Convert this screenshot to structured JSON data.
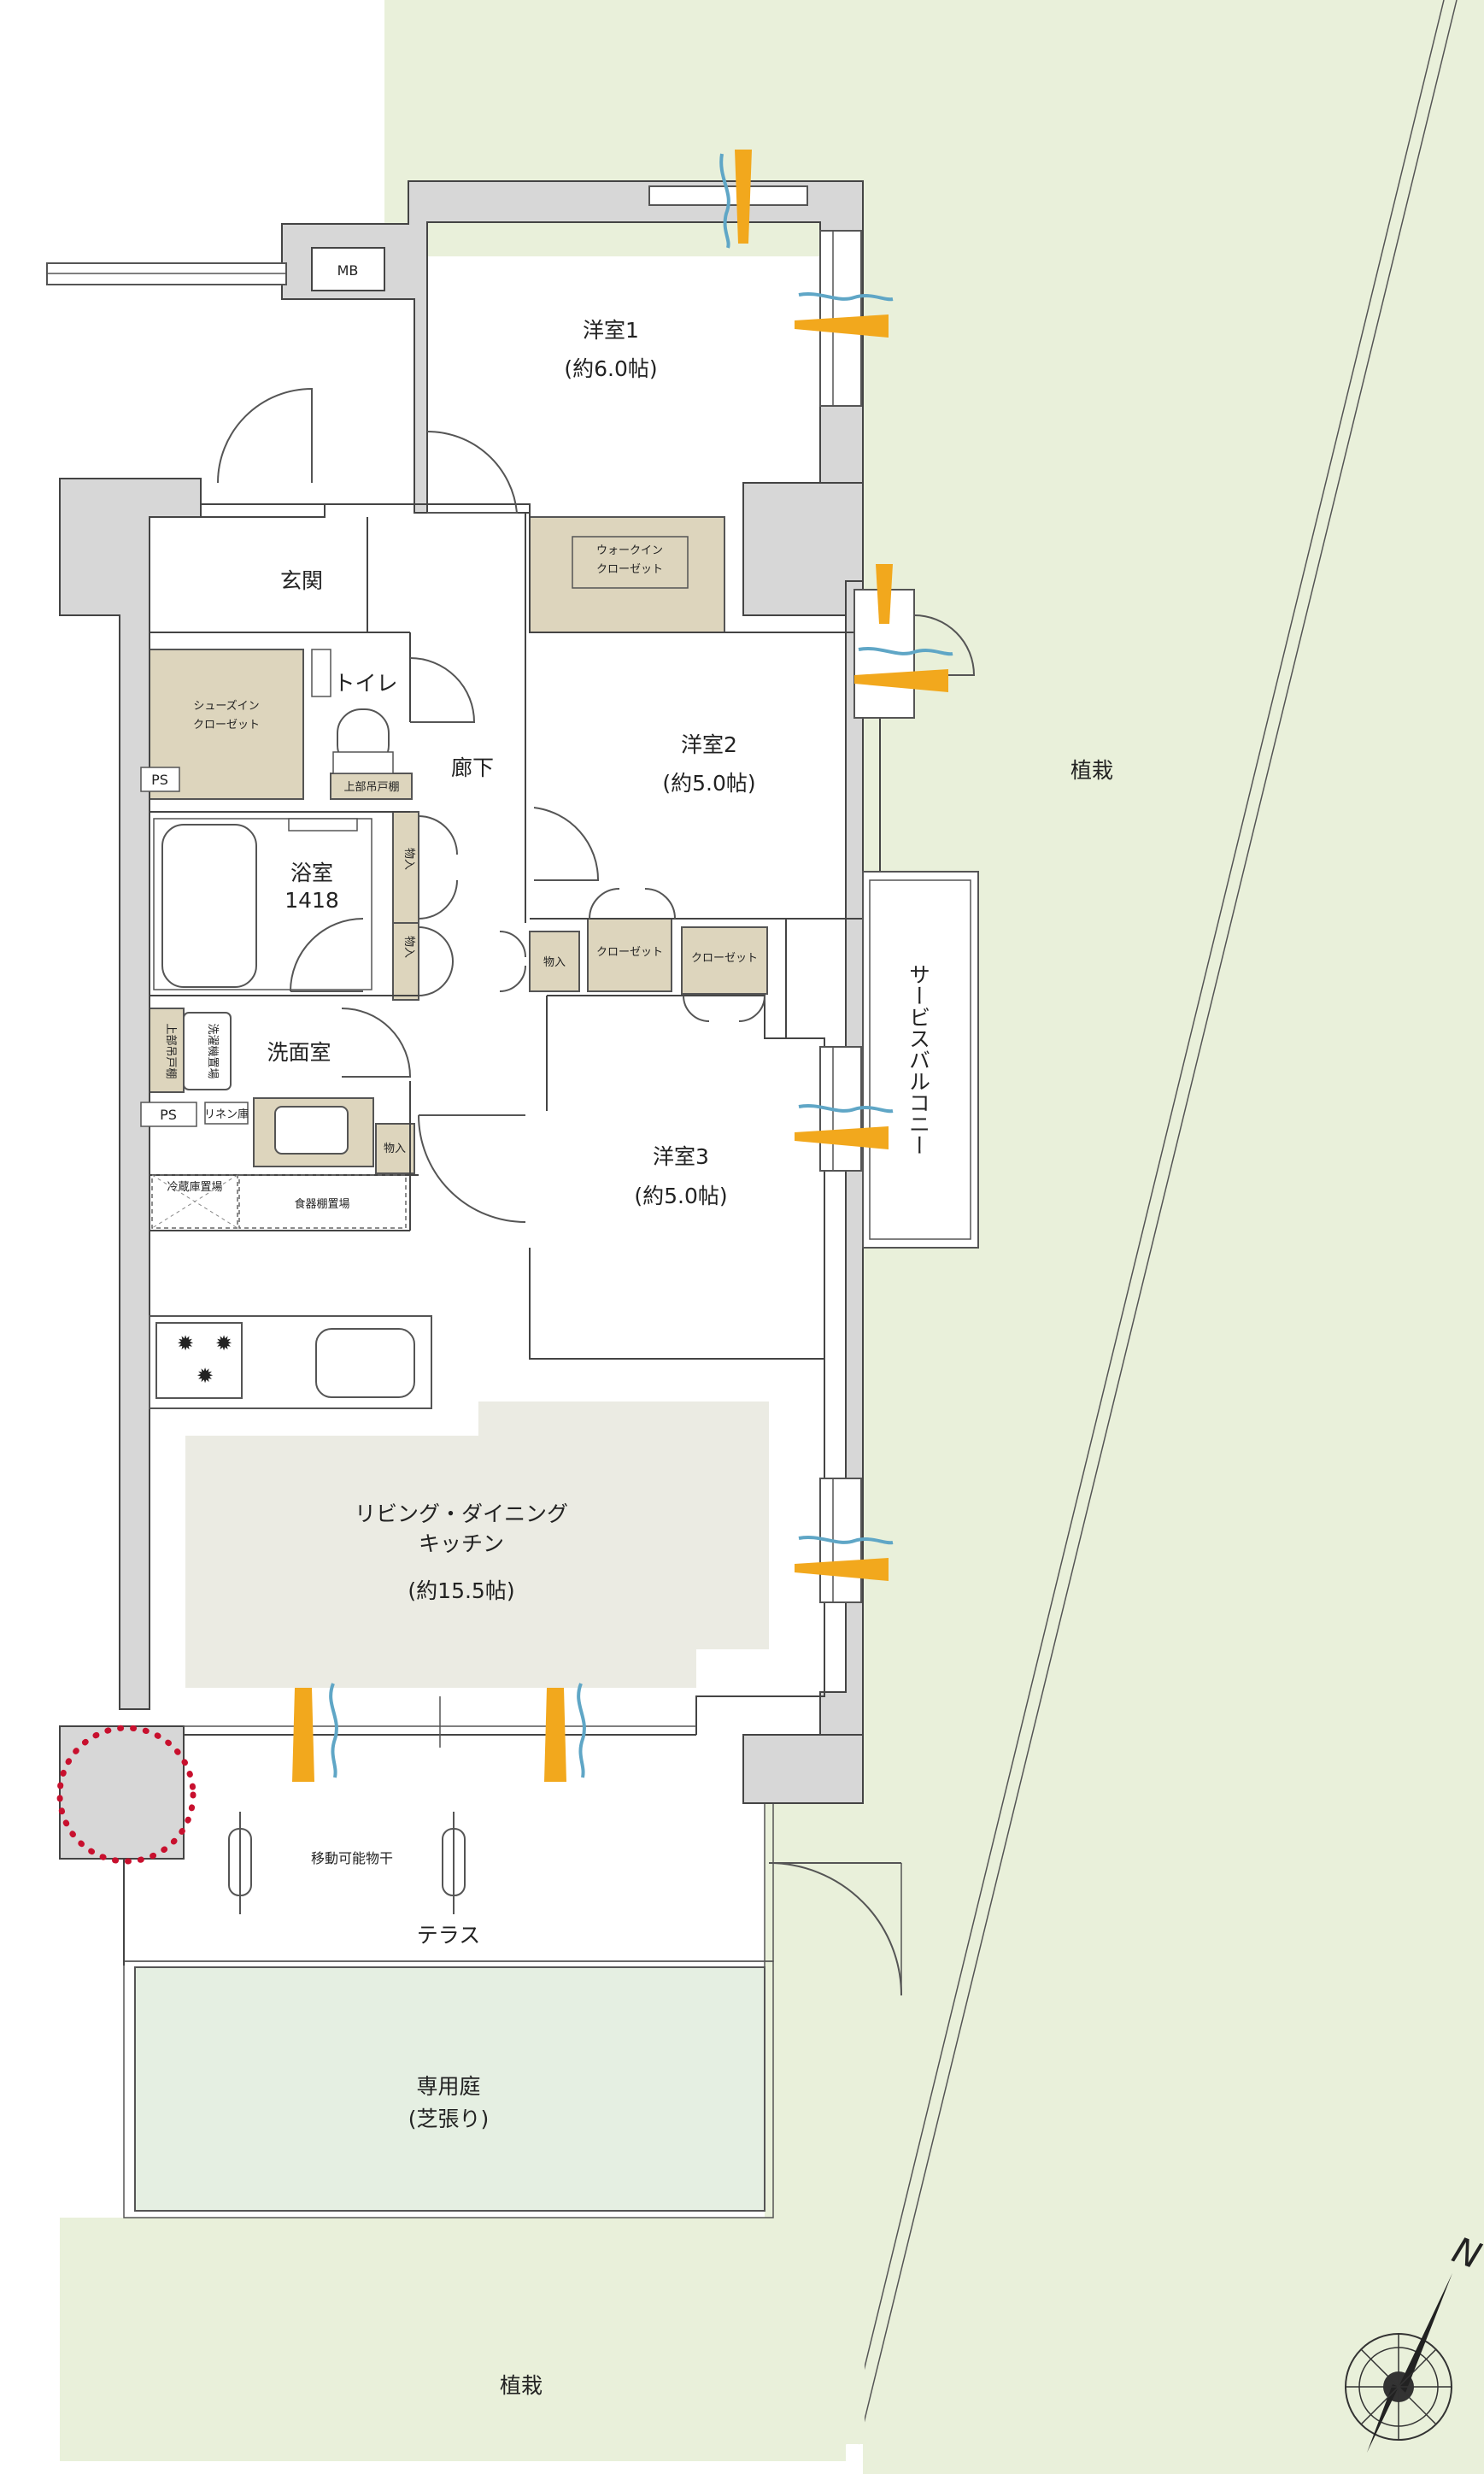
{
  "rooms": {
    "western1": {
      "name": "洋室1",
      "size": "(約6.0帖)"
    },
    "western2": {
      "name": "洋室2",
      "size": "(約5.0帖)"
    },
    "western3": {
      "name": "洋室3",
      "size": "(約5.0帖)"
    },
    "ldk": {
      "name_line1": "リビング・ダイニング",
      "name_line2": "キッチン",
      "size": "(約15.5帖)"
    },
    "entrance": "玄関",
    "toilet": "トイレ",
    "hallway": "廊下",
    "bathroom": {
      "name": "浴室",
      "size": "1418"
    },
    "washroom": "洗面室",
    "terrace": "テラス",
    "private_garden": {
      "name": "専用庭",
      "note": "(芝張り)"
    },
    "service_balcony": "サービスバルコニー"
  },
  "storage": {
    "walk_in_closet": {
      "line1": "ウォークイン",
      "line2": "クローゼット"
    },
    "shoes_in_closet": {
      "line1": "シューズイン",
      "line2": "クローゼット"
    },
    "closet": "クローゼット",
    "storage_short": "物入",
    "upper_cabinet": "上部吊戸棚",
    "upper_cabinet_vertical": "上部吊戸棚",
    "linen_cabinet": "リネン庫",
    "washer_space": "洗濯機置場",
    "fridge_space": "冷蔵庫置場",
    "dish_shelf_space": "食器棚置場"
  },
  "labels": {
    "mb": "MB",
    "ps": "PS",
    "planting": "植栽",
    "movable_drying_pole": "移動可能物干"
  },
  "compass": {
    "north": "N"
  },
  "colors": {
    "planting": "#e9f0da",
    "garden": "#e5efe2",
    "closet": "#ddd5bd",
    "ldk_floor": "#ebebe3",
    "wall": "#d7d7d7",
    "ventilation_orange": "#f2a81d",
    "ventilation_blue": "#5fa6c6",
    "highlight_dots": "#c8102e"
  }
}
